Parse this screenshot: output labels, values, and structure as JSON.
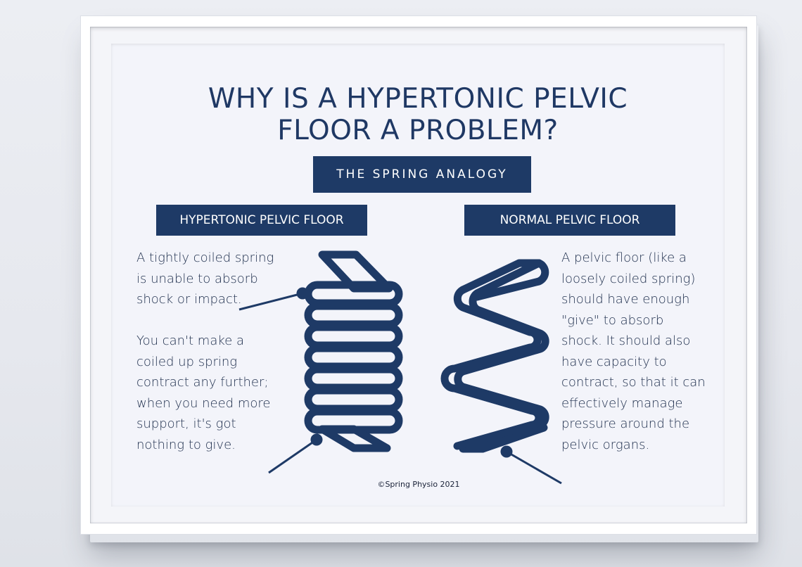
{
  "poster": {
    "title_line1": "WHY IS A HYPERTONIC PELVIC",
    "title_line2": "FLOOR A PROBLEM?",
    "subtitle": "THE SPRING ANALOGY",
    "left": {
      "heading": "HYPERTONIC PELVIC FLOOR",
      "paragraph1": "A tightly coiled spring is unable to absorb shock or impact.",
      "paragraph2": "You can't make a coiled up spring contract any further; when you need more support, it's got nothing to give."
    },
    "right": {
      "heading": "NORMAL PELVIC FLOOR",
      "paragraph": "A pelvic floor (like a loosely coiled spring) should have enough \"give\" to absorb shock. It should also have capacity to contract, so that it can effectively manage pressure around the pelvic organs."
    },
    "copyright": "©Spring Physio 2021"
  },
  "icons": {
    "tight_spring": "tight-coil-spring-icon",
    "loose_spring": "loose-coil-spring-icon"
  },
  "colors": {
    "navy": "#1e3a66",
    "text": "#1f2f4d",
    "frame": "#ffffff",
    "paper": "#f3f4fa"
  }
}
